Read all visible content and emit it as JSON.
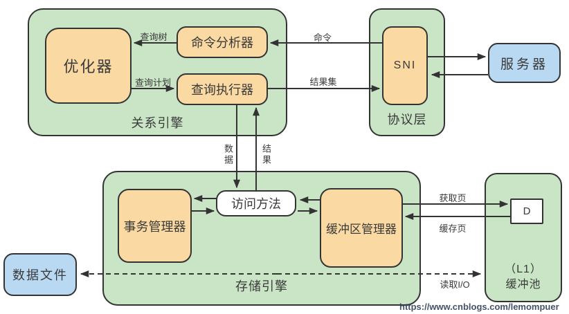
{
  "colors": {
    "green": "#c9e5c6",
    "orange": "#fbd9a3",
    "blue": "#b9d9f3",
    "border": "#333333"
  },
  "groups": {
    "relational_engine": "关系引擎",
    "protocol_layer": "协议层",
    "storage_engine": "存储引擎",
    "buffer_pool_line1": "（L1）",
    "buffer_pool_line2": "缓冲池"
  },
  "nodes": {
    "optimizer": "优化器",
    "command_parser": "命令分析器",
    "query_executor": "查询执行器",
    "sni": "SNI",
    "server": "服务器",
    "transaction_manager": "事务管理器",
    "access_methods": "访问方法",
    "buffer_manager": "缓冲区管理器",
    "page_d": "D",
    "data_file": "数据文件"
  },
  "edges": {
    "query_tree": "查询树",
    "query_plan": "查询计划",
    "command": "命令",
    "result_set": "结果集",
    "data": "数据",
    "result": "结果",
    "get_page": "获取页",
    "cache_page": "缓存页",
    "read_io": "读取I/O"
  },
  "watermark": "https://www.cnblogs.com/lemompuer"
}
